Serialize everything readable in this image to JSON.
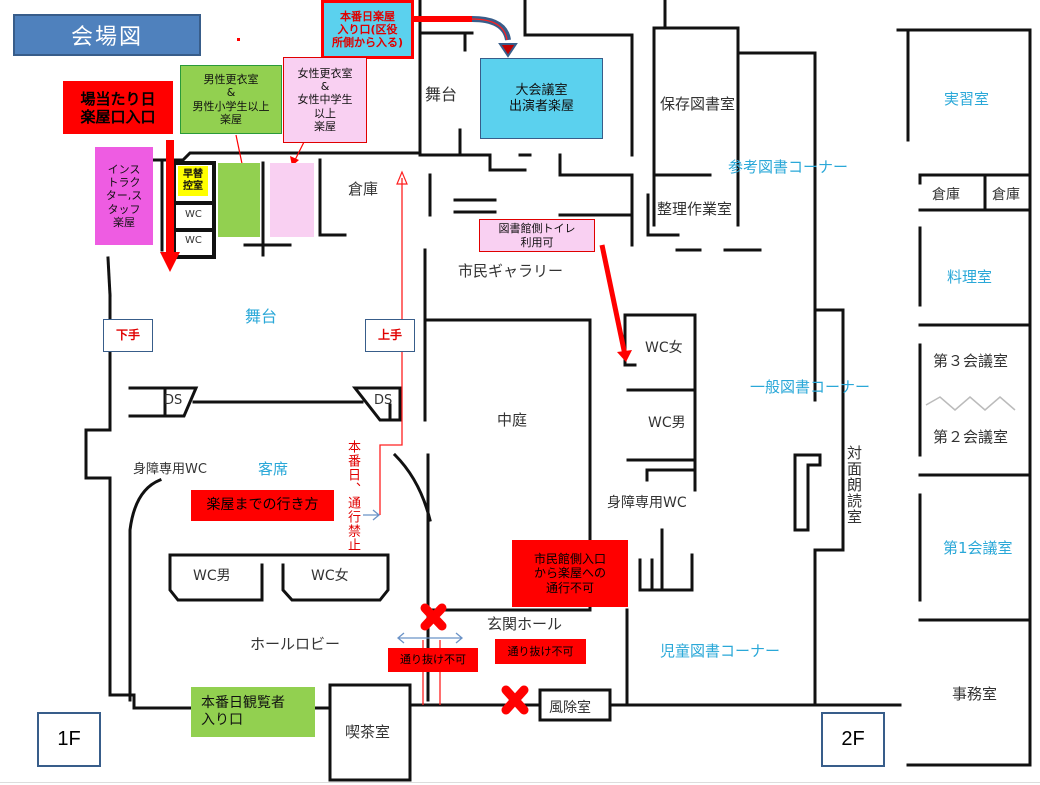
{
  "title": "会場図",
  "colors": {
    "title_bg": "#4f81bd",
    "alert_red": "#ff0000",
    "room_blue": "#5bd1ee",
    "men_green": "#92d050",
    "women_pink": "#f9d0f2",
    "staff_magenta": "#ee5ce2",
    "quick_yellow": "#ffff00",
    "label_blue": "#2aa8d8",
    "arrow_blue": "#6b93c7"
  },
  "floors": {
    "first": "1F",
    "second": "2F"
  },
  "callouts": {
    "main_day_entrance": "本番日楽屋\n入り口(区役\n所側から入る)",
    "rehearsal_entrance": "場当たり日\n楽屋口入口",
    "men_dressing": "男性更衣室\n&\n男性小学生以上\n楽屋",
    "women_dressing": "女性更衣室\n&\n女性中学生\n以上\n楽屋",
    "staff_room": "インス\nトラク\nター,ス\nタッフ\n楽屋",
    "quick_change": "早替\n控室",
    "big_meeting": "大会議室\n出演者楽屋",
    "library_toilet": "図書館側トイレ\n利用可",
    "route_to_dressing": "楽屋までの行き方",
    "no_pass_vertical": "本番日、通行禁止",
    "civic_no_pass": "市民館側入口\nから楽屋への\n通行不可",
    "no_through_1": "通り抜け不可",
    "no_through_2": "通り抜け不可",
    "audience_entrance": "本番日観覧者\n入り口",
    "shimote": "下手",
    "kamite": "上手"
  },
  "rooms_1f": {
    "wc_1": "WC",
    "wc_2": "WC",
    "storage": "倉庫",
    "stage_upper": "舞台",
    "stage_main": "舞台",
    "ds_left": "DS",
    "ds_right": "DS",
    "accessible_wc_left": "身障専用WC",
    "seating": "客席",
    "wc_men": "WC男",
    "wc_women": "WC女",
    "hall_lobby": "ホールロビー",
    "cafe": "喫茶室",
    "entrance_hall": "玄関ホール",
    "windbreak": "風除室",
    "courtyard": "中庭",
    "gallery": "市民ギャラリー",
    "wc_women_lib": "WC女",
    "wc_men_lib": "WC男",
    "accessible_wc_lib": "身障専用WC"
  },
  "rooms_library": {
    "archive": "保存図書室",
    "sorting": "整理作業室",
    "reference": "参考図書コーナー",
    "general": "一般図書コーナー",
    "reading": "対面朗読室",
    "children": "児童図書コーナー"
  },
  "rooms_2f": {
    "practice": "実習室",
    "storage_1": "倉庫",
    "storage_2": "倉庫",
    "cooking": "料理室",
    "meeting_3": "第３会議室",
    "meeting_2": "第２会議室",
    "meeting_1": "第1会議室",
    "office": "事務室"
  }
}
